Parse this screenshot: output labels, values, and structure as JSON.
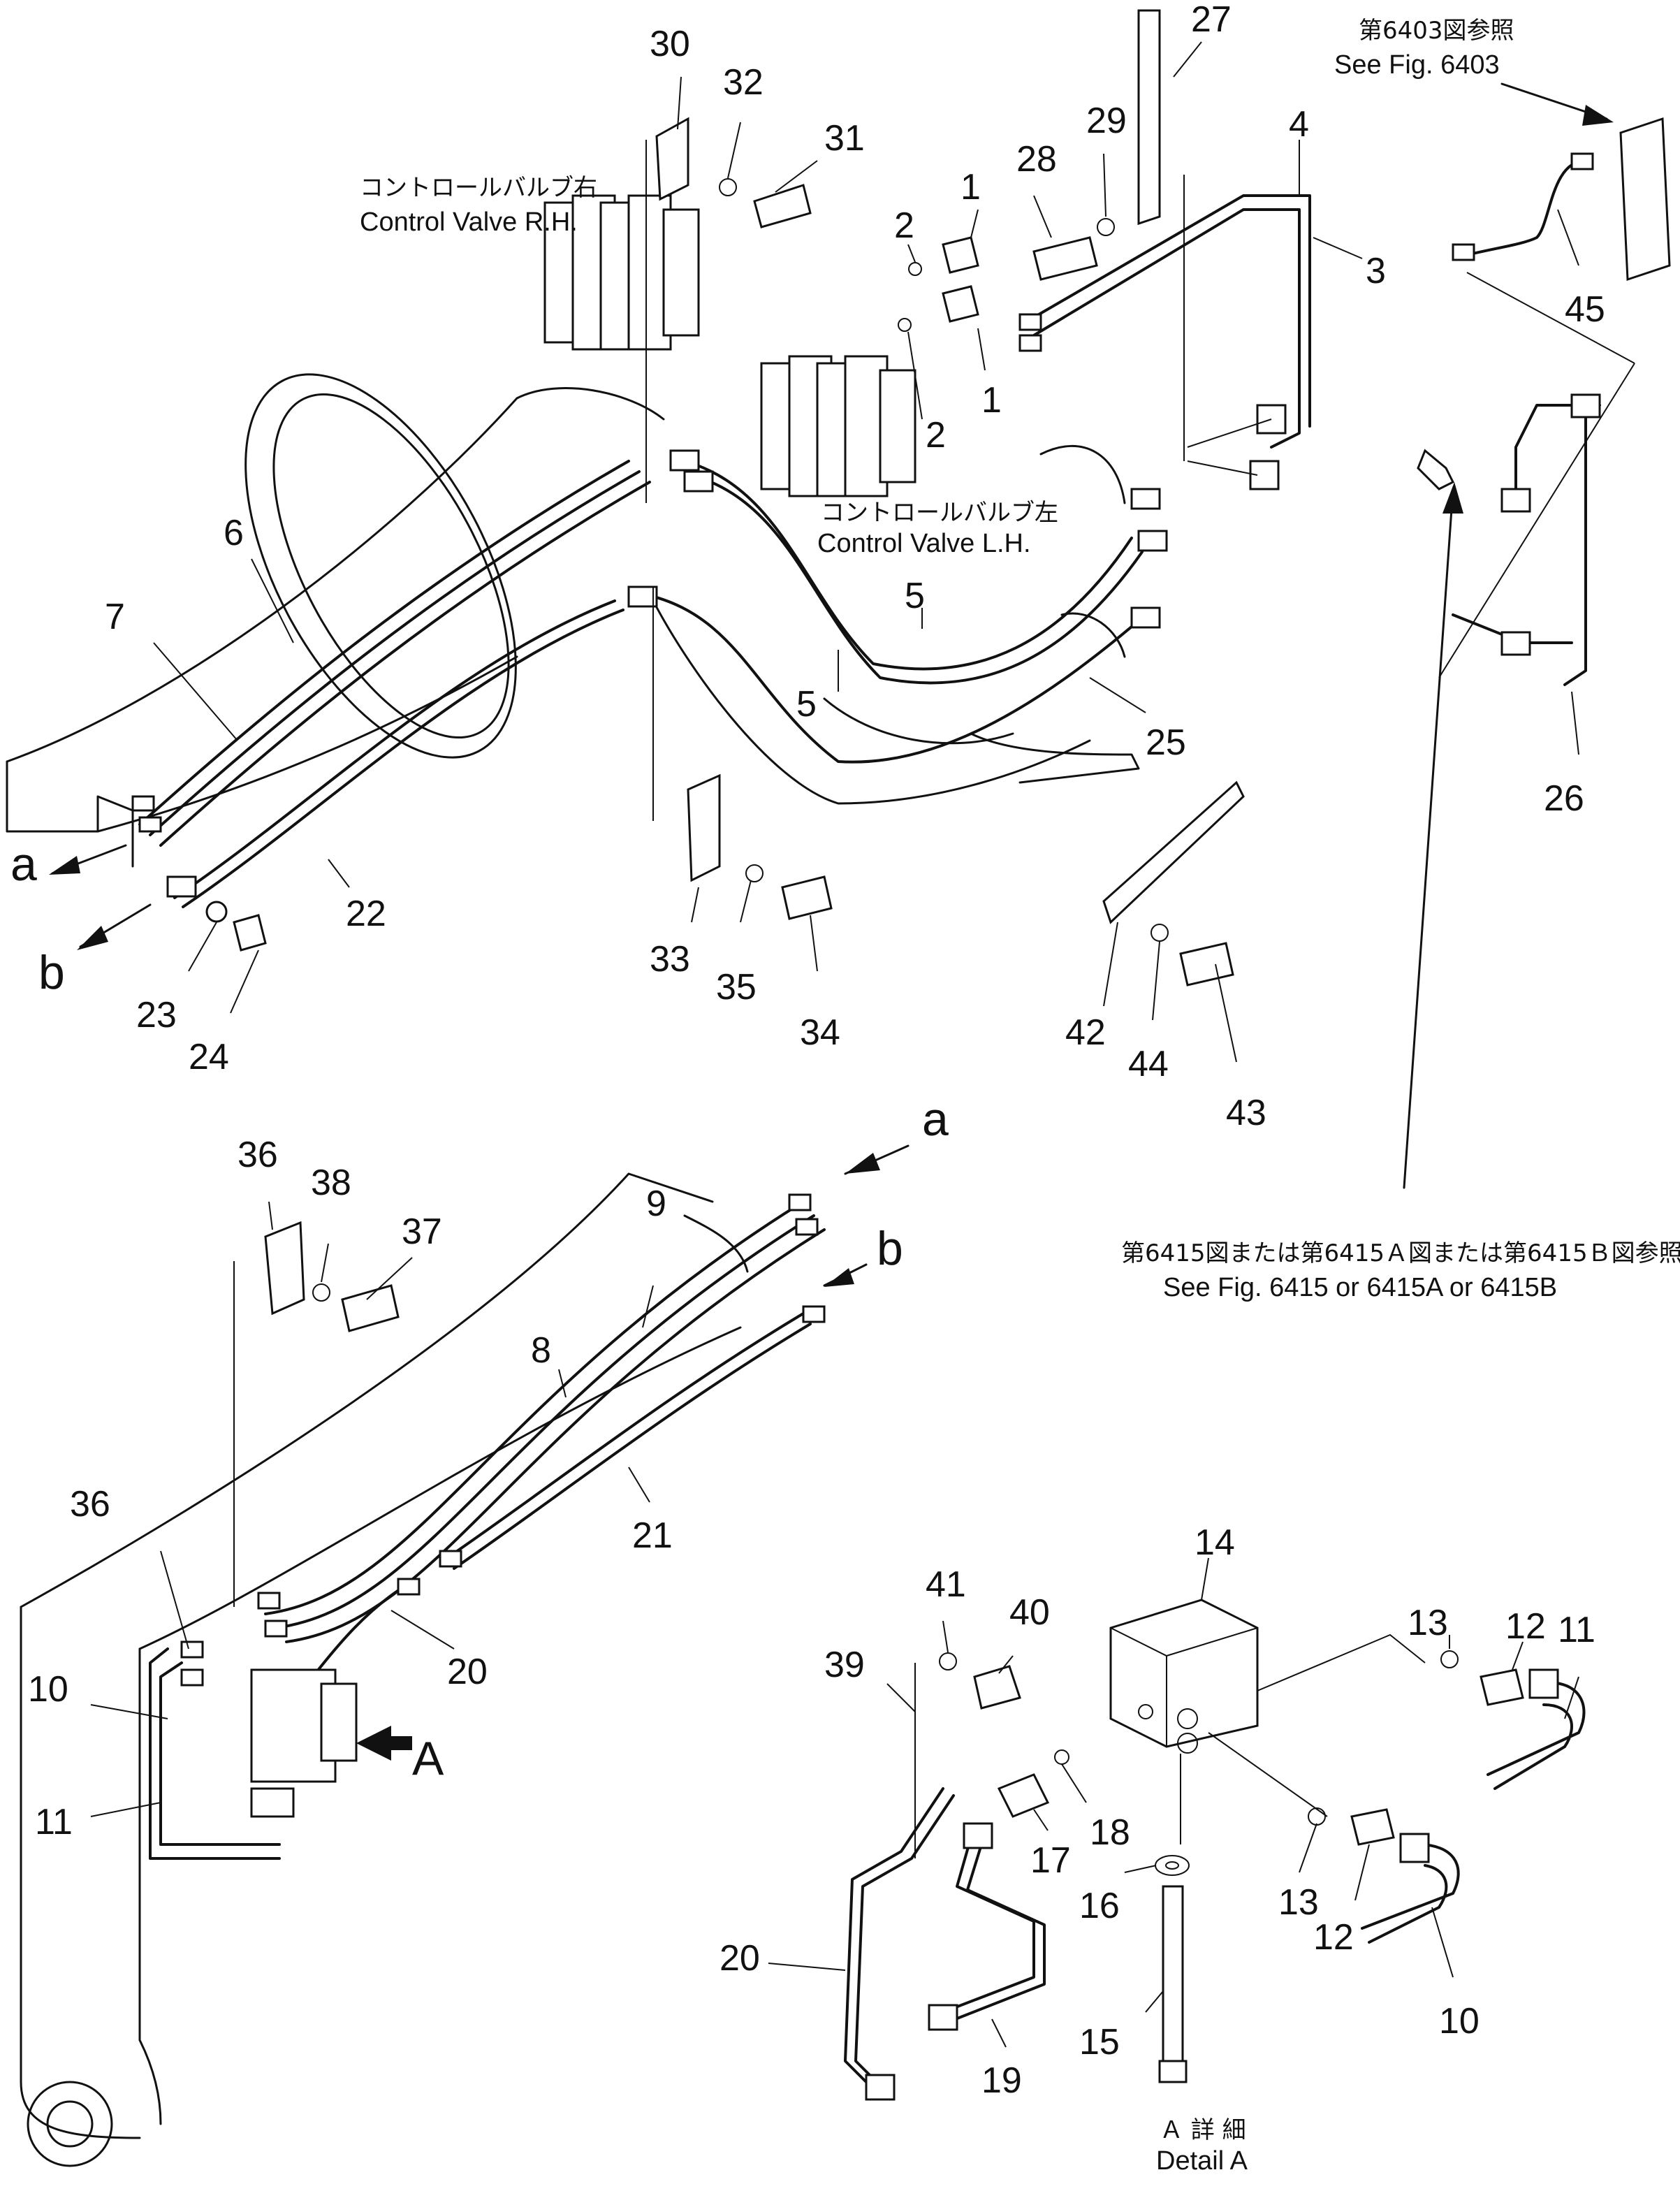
{
  "callouts": [
    {
      "label": "1"
    },
    {
      "label": "1"
    },
    {
      "label": "2"
    },
    {
      "label": "2"
    },
    {
      "label": "3"
    },
    {
      "label": "4"
    },
    {
      "label": "5"
    },
    {
      "label": "5"
    },
    {
      "label": "6"
    },
    {
      "label": "7"
    },
    {
      "label": "8"
    },
    {
      "label": "9"
    },
    {
      "label": "10"
    },
    {
      "label": "10"
    },
    {
      "label": "11"
    },
    {
      "label": "11"
    },
    {
      "label": "12"
    },
    {
      "label": "12"
    },
    {
      "label": "13"
    },
    {
      "label": "13"
    },
    {
      "label": "14"
    },
    {
      "label": "15"
    },
    {
      "label": "16"
    },
    {
      "label": "17"
    },
    {
      "label": "18"
    },
    {
      "label": "19"
    },
    {
      "label": "20"
    },
    {
      "label": "20"
    },
    {
      "label": "21"
    },
    {
      "label": "22"
    },
    {
      "label": "23"
    },
    {
      "label": "24"
    },
    {
      "label": "25"
    },
    {
      "label": "26"
    },
    {
      "label": "27"
    },
    {
      "label": "28"
    },
    {
      "label": "29"
    },
    {
      "label": "30"
    },
    {
      "label": "31"
    },
    {
      "label": "32"
    },
    {
      "label": "33"
    },
    {
      "label": "34"
    },
    {
      "label": "35"
    },
    {
      "label": "36"
    },
    {
      "label": "36"
    },
    {
      "label": "37"
    },
    {
      "label": "38"
    },
    {
      "label": "39"
    },
    {
      "label": "40"
    },
    {
      "label": "41"
    },
    {
      "label": "42"
    },
    {
      "label": "43"
    },
    {
      "label": "44"
    },
    {
      "label": "45"
    }
  ],
  "references": {
    "fig6403_jp": "第6403図参照",
    "fig6403_en": "See Fig. 6403",
    "fig6415_jp": "第6415図または第6415Ａ図または第6415Ｂ図参照",
    "fig6415_en": "See Fig. 6415 or 6415A or 6415B"
  },
  "valves": {
    "rh_jp": "コントロールバルブ右",
    "rh_en": "Control Valve R.H.",
    "lh_jp": "コントロールバルブ左",
    "lh_en": "Control Valve L.H."
  },
  "connectors": {
    "a_top": "a",
    "b_top": "b",
    "a_mid": "a",
    "b_mid": "b",
    "arrow_A": "A"
  },
  "detail": {
    "jp": "Ａ 詳 細",
    "en": "Detail A"
  }
}
